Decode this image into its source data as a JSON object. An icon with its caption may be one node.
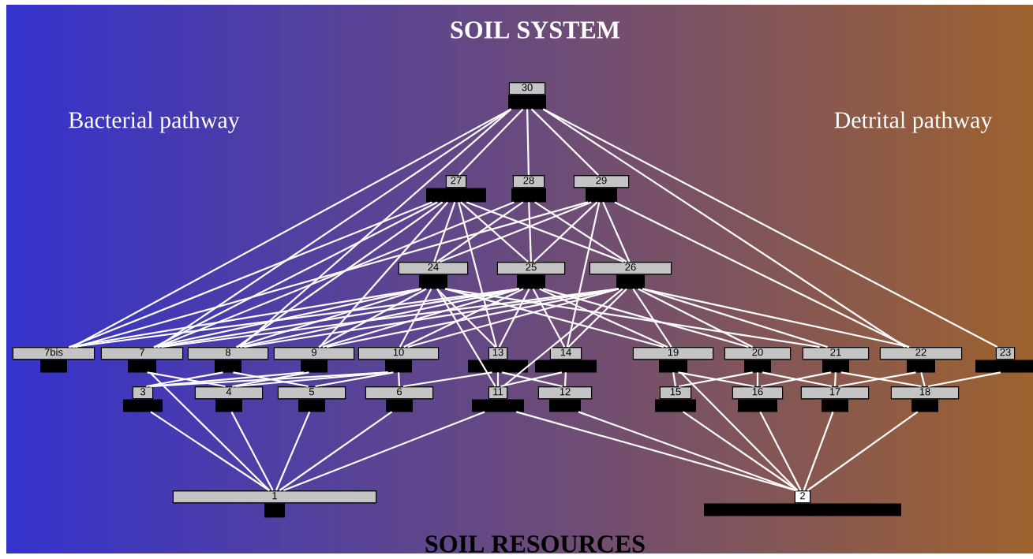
{
  "diagram": {
    "title": "SOIL SYSTEM",
    "nodes": [
      {
        "text": [
          "30"
        ]
      },
      {
        "text": [
          "27"
        ]
      },
      {
        "text": [
          "28"
        ]
      },
      {
        "text": [
          "29"
        ]
      },
      {
        "text": [
          "24"
        ]
      },
      {
        "text": [
          "25"
        ]
      },
      {
        "text": [
          "26"
        ]
      },
      {
        "text": [
          "7bis"
        ]
      },
      {
        "text": [
          "7"
        ]
      },
      {
        "text": [
          "8"
        ]
      },
      {
        "text": [
          "9"
        ]
      },
      {
        "text": [
          "10"
        ]
      },
      {
        "text": [
          "13"
        ]
      },
      {
        "text": [
          "14"
        ]
      },
      {
        "text": [
          "19"
        ]
      },
      {
        "text": [
          "20"
        ]
      },
      {
        "text": [
          "21"
        ]
      },
      {
        "text": [
          "22"
        ]
      },
      {
        "text": [
          "23"
        ]
      },
      {
        "text": [
          "3"
        ]
      },
      {
        "text": [
          "4"
        ]
      },
      {
        "text": [
          "5"
        ]
      },
      {
        "text": [
          "6"
        ]
      },
      {
        "text": [
          "11"
        ]
      },
      {
        "text": [
          "12"
        ]
      },
      {
        "text": [
          "15"
        ]
      },
      {
        "text": [
          "16"
        ]
      },
      {
        "text": [
          "17"
        ]
      },
      {
        "text": [
          "18"
        ]
      },
      {
        "text": [
          "1"
        ]
      },
      {
        "text": [
          "2"
        ]
      }
    ],
    "edges": [
      {
        "from": 29,
        "to": 19,
        "arrow": "none"
      },
      {
        "from": 29,
        "to": 8,
        "arrow": "none"
      },
      {
        "from": 29,
        "to": 20,
        "arrow": "none"
      },
      {
        "from": 29,
        "to": 21,
        "arrow": "none"
      },
      {
        "from": 29,
        "to": 22,
        "arrow": "none"
      },
      {
        "from": 29,
        "to": 23,
        "arrow": "none"
      },
      {
        "from": 30,
        "to": 24,
        "arrow": "none"
      },
      {
        "from": 30,
        "to": 23,
        "arrow": "none"
      },
      {
        "from": 30,
        "to": 25,
        "arrow": "none"
      },
      {
        "from": 30,
        "to": 14,
        "arrow": "none"
      },
      {
        "from": 30,
        "to": 26,
        "arrow": "none"
      },
      {
        "from": 30,
        "to": 27,
        "arrow": "none"
      },
      {
        "from": 30,
        "to": 28,
        "arrow": "none"
      },
      {
        "from": 19,
        "to": 9,
        "arrow": "none"
      },
      {
        "from": 19,
        "to": 10,
        "arrow": "none"
      },
      {
        "from": 19,
        "to": 11,
        "arrow": "none"
      },
      {
        "from": 20,
        "to": 8,
        "arrow": "none"
      },
      {
        "from": 20,
        "to": 10,
        "arrow": "none"
      },
      {
        "from": 20,
        "to": 11,
        "arrow": "none"
      },
      {
        "from": 21,
        "to": 9,
        "arrow": "none"
      },
      {
        "from": 21,
        "to": 11,
        "arrow": "none"
      },
      {
        "from": 22,
        "to": 11,
        "arrow": "none"
      },
      {
        "from": 22,
        "to": 12,
        "arrow": "none"
      },
      {
        "from": 23,
        "to": 12,
        "arrow": "none"
      },
      {
        "from": 23,
        "to": 13,
        "arrow": "none"
      },
      {
        "from": 24,
        "to": 12,
        "arrow": "none"
      },
      {
        "from": 24,
        "to": 13,
        "arrow": "none"
      },
      {
        "from": 25,
        "to": 14,
        "arrow": "none"
      },
      {
        "from": 25,
        "to": 15,
        "arrow": "none"
      },
      {
        "from": 26,
        "to": 14,
        "arrow": "none"
      },
      {
        "from": 26,
        "to": 15,
        "arrow": "none"
      },
      {
        "from": 26,
        "to": 16,
        "arrow": "none"
      },
      {
        "from": 27,
        "to": 15,
        "arrow": "none"
      },
      {
        "from": 27,
        "to": 16,
        "arrow": "none"
      },
      {
        "from": 27,
        "to": 17,
        "arrow": "none"
      },
      {
        "from": 28,
        "to": 16,
        "arrow": "none"
      },
      {
        "from": 28,
        "to": 17,
        "arrow": "none"
      },
      {
        "from": 28,
        "to": 18,
        "arrow": "none"
      },
      {
        "from": 7,
        "to": 4,
        "arrow": "none"
      },
      {
        "from": 7,
        "to": 5,
        "arrow": "none"
      },
      {
        "from": 8,
        "to": 4,
        "arrow": "none"
      },
      {
        "from": 8,
        "to": 5,
        "arrow": "none"
      },
      {
        "from": 8,
        "to": 6,
        "arrow": "none"
      },
      {
        "from": 9,
        "to": 4,
        "arrow": "none"
      },
      {
        "from": 9,
        "to": 5,
        "arrow": "none"
      },
      {
        "from": 9,
        "to": 6,
        "arrow": "none"
      },
      {
        "from": 10,
        "to": 4,
        "arrow": "none"
      },
      {
        "from": 10,
        "to": 5,
        "arrow": "none"
      },
      {
        "from": 10,
        "to": 6,
        "arrow": "none"
      },
      {
        "from": 11,
        "to": 4,
        "arrow": "none"
      },
      {
        "from": 11,
        "to": 5,
        "arrow": "none"
      },
      {
        "from": 11,
        "to": 6,
        "arrow": "none"
      },
      {
        "from": 12,
        "to": 4,
        "arrow": "none"
      },
      {
        "from": 12,
        "to": 5,
        "arrow": "none"
      },
      {
        "from": 13,
        "to": 5,
        "arrow": "none"
      },
      {
        "from": 13,
        "to": 6,
        "arrow": "none"
      },
      {
        "from": 14,
        "to": 4,
        "arrow": "none"
      },
      {
        "from": 14,
        "to": 5,
        "arrow": "none"
      },
      {
        "from": 14,
        "to": 6,
        "arrow": "none"
      },
      {
        "from": 15,
        "to": 5,
        "arrow": "none"
      },
      {
        "from": 15,
        "to": 6,
        "arrow": "none"
      },
      {
        "from": 16,
        "to": 4,
        "arrow": "none"
      },
      {
        "from": 16,
        "to": 6,
        "arrow": "none"
      },
      {
        "from": 17,
        "to": 6,
        "arrow": "none"
      },
      {
        "from": 23,
        "to": 4,
        "arrow": "none"
      },
      {
        "from": 23,
        "to": 6,
        "arrow": "none"
      },
      {
        "from": 7,
        "to": 1,
        "arrow": "none"
      },
      {
        "from": 7,
        "to": 3,
        "arrow": "none"
      },
      {
        "from": 8,
        "to": 1,
        "arrow": "none"
      },
      {
        "from": 8,
        "to": 2,
        "arrow": "none"
      },
      {
        "from": 9,
        "to": 1,
        "arrow": "none"
      },
      {
        "from": 10,
        "to": 1,
        "arrow": "none"
      },
      {
        "from": 12,
        "to": 1,
        "arrow": "none"
      },
      {
        "from": 13,
        "to": 3,
        "arrow": "none"
      },
      {
        "from": 17,
        "to": 3,
        "arrow": "none"
      },
      {
        "from": 4,
        "to": 1,
        "arrow": "none"
      },
      {
        "from": 4,
        "to": 2,
        "arrow": "none"
      },
      {
        "from": 4,
        "to": 3,
        "arrow": "none"
      },
      {
        "from": 5,
        "to": 1,
        "arrow": "none"
      },
      {
        "from": 5,
        "to": 2,
        "arrow": "none"
      },
      {
        "from": 5,
        "to": 3,
        "arrow": "none"
      },
      {
        "from": 6,
        "to": 1,
        "arrow": "none"
      },
      {
        "from": 6,
        "to": 2,
        "arrow": "none"
      },
      {
        "from": 6,
        "to": 3,
        "arrow": "none"
      },
      {
        "from": 1,
        "to": 0,
        "arrow": "none"
      },
      {
        "from": 2,
        "to": 0,
        "arrow": "none"
      },
      {
        "from": 3,
        "to": 0,
        "arrow": "none"
      },
      {
        "from": 7,
        "to": 0,
        "arrow": "none"
      },
      {
        "from": 8,
        "to": 0,
        "arrow": "none"
      },
      {
        "from": 9,
        "to": 0,
        "arrow": "none"
      },
      {
        "from": 17,
        "to": 0,
        "arrow": "none"
      },
      {
        "from": 18,
        "to": 0,
        "arrow": "none"
      }
    ],
    "labels": [
      "Bacterial pathway",
      "Detrital pathway",
      "SOIL RESOURCES"
    ]
  }
}
